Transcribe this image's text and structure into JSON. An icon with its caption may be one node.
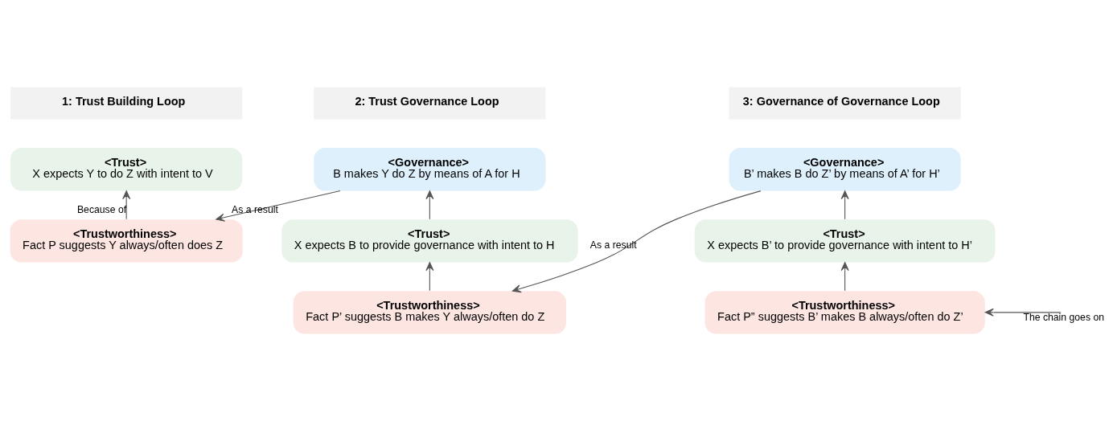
{
  "diagram": {
    "nodes": [
      {
        "text": [
          "1: Trust Building Loop"
        ]
      },
      {
        "text": [
          "2: Trust Governance Loop"
        ]
      },
      {
        "text": [
          "3: Governance of Governance Loop"
        ]
      },
      {
        "text": [
          "<Trust>",
          "X expects Y to do Z with intent to V"
        ]
      },
      {
        "text": [
          "<Trustworthiness>",
          "Fact P suggests Y always/often does Z"
        ]
      },
      {
        "text": [
          "<Governance>",
          "B makes Y do Z by means of A for H"
        ]
      },
      {
        "text": [
          "<Trust>",
          "X expects B to provide governance with intent to H"
        ]
      },
      {
        "text": [
          "<Trustworthiness>",
          "Fact P’ suggests B makes Y always/often do Z"
        ]
      },
      {
        "text": [
          "<Governance>",
          "B’ makes B do Z’ by means of A’ for H’"
        ]
      },
      {
        "text": [
          "<Trust>",
          "X expects B’ to provide governance with intent to H’"
        ]
      },
      {
        "text": [
          "<Trustworthiness>",
          "Fact P” suggests B’ makes B always/often do Z’"
        ]
      }
    ],
    "edges": [
      {
        "from": 4,
        "to": 3,
        "arrow": "to",
        "label": "Because of"
      },
      {
        "from": 5,
        "to": 4,
        "arrow": "to",
        "label": "As a result"
      },
      {
        "from": 7,
        "to": 6,
        "arrow": "to"
      },
      {
        "from": 6,
        "to": 5,
        "arrow": "to"
      },
      {
        "from": 8,
        "to": 7,
        "arrow": "to",
        "label": "As a result"
      },
      {
        "from": 10,
        "to": 9,
        "arrow": "to"
      },
      {
        "from": 9,
        "to": 8,
        "arrow": "to"
      },
      {
        "from": null,
        "to": 10,
        "arrow": "to",
        "label": "The chain goes on"
      }
    ]
  }
}
